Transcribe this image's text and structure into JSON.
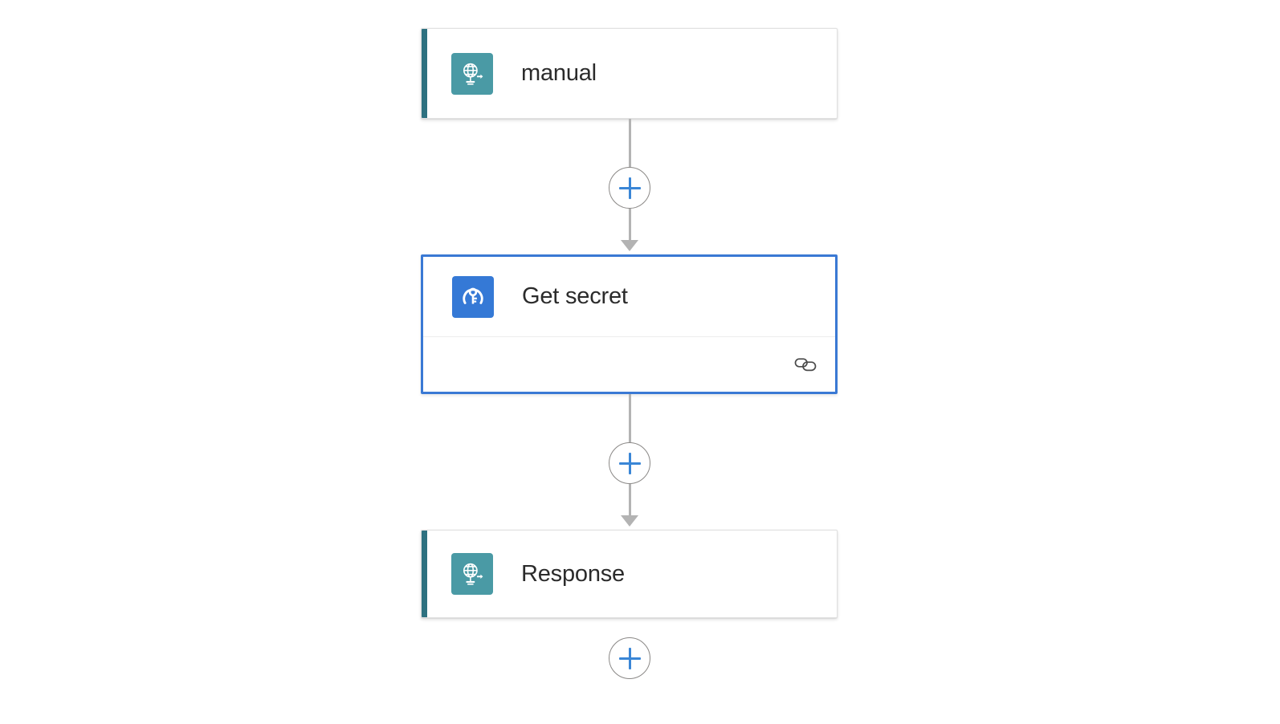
{
  "canvas": {
    "background": "#ffffff",
    "accent_teal": "#2e7180",
    "selection_blue": "#3a79d4",
    "plus_blue": "#3a86d6",
    "edge_gray": "#b3b3b3"
  },
  "flow": {
    "nodes": [
      {
        "id": "manual",
        "title": "manual",
        "icon": "globe-request-icon",
        "icon_color": "#4a9aa5",
        "state": "normal",
        "has_accent_bar": true,
        "has_footer": false
      },
      {
        "id": "get-secret",
        "title": "Get secret",
        "icon": "key-vault-icon",
        "icon_color": "#3579d6",
        "state": "selected",
        "has_accent_bar": false,
        "has_footer": true,
        "footer_icon": "link-icon"
      },
      {
        "id": "response",
        "title": "Response",
        "icon": "globe-request-icon",
        "icon_color": "#4a9aa5",
        "state": "normal",
        "has_accent_bar": true,
        "has_footer": false
      }
    ],
    "insert_buttons": [
      {
        "id": "insert-after-manual",
        "label": "+",
        "icon": "plus-icon"
      },
      {
        "id": "insert-after-getsecret",
        "label": "+",
        "icon": "plus-icon"
      },
      {
        "id": "insert-after-response",
        "label": "+",
        "icon": "plus-icon"
      }
    ],
    "edges": [
      {
        "from": "manual",
        "to": "get-secret",
        "arrow": true
      },
      {
        "from": "get-secret",
        "to": "response",
        "arrow": true
      }
    ]
  }
}
